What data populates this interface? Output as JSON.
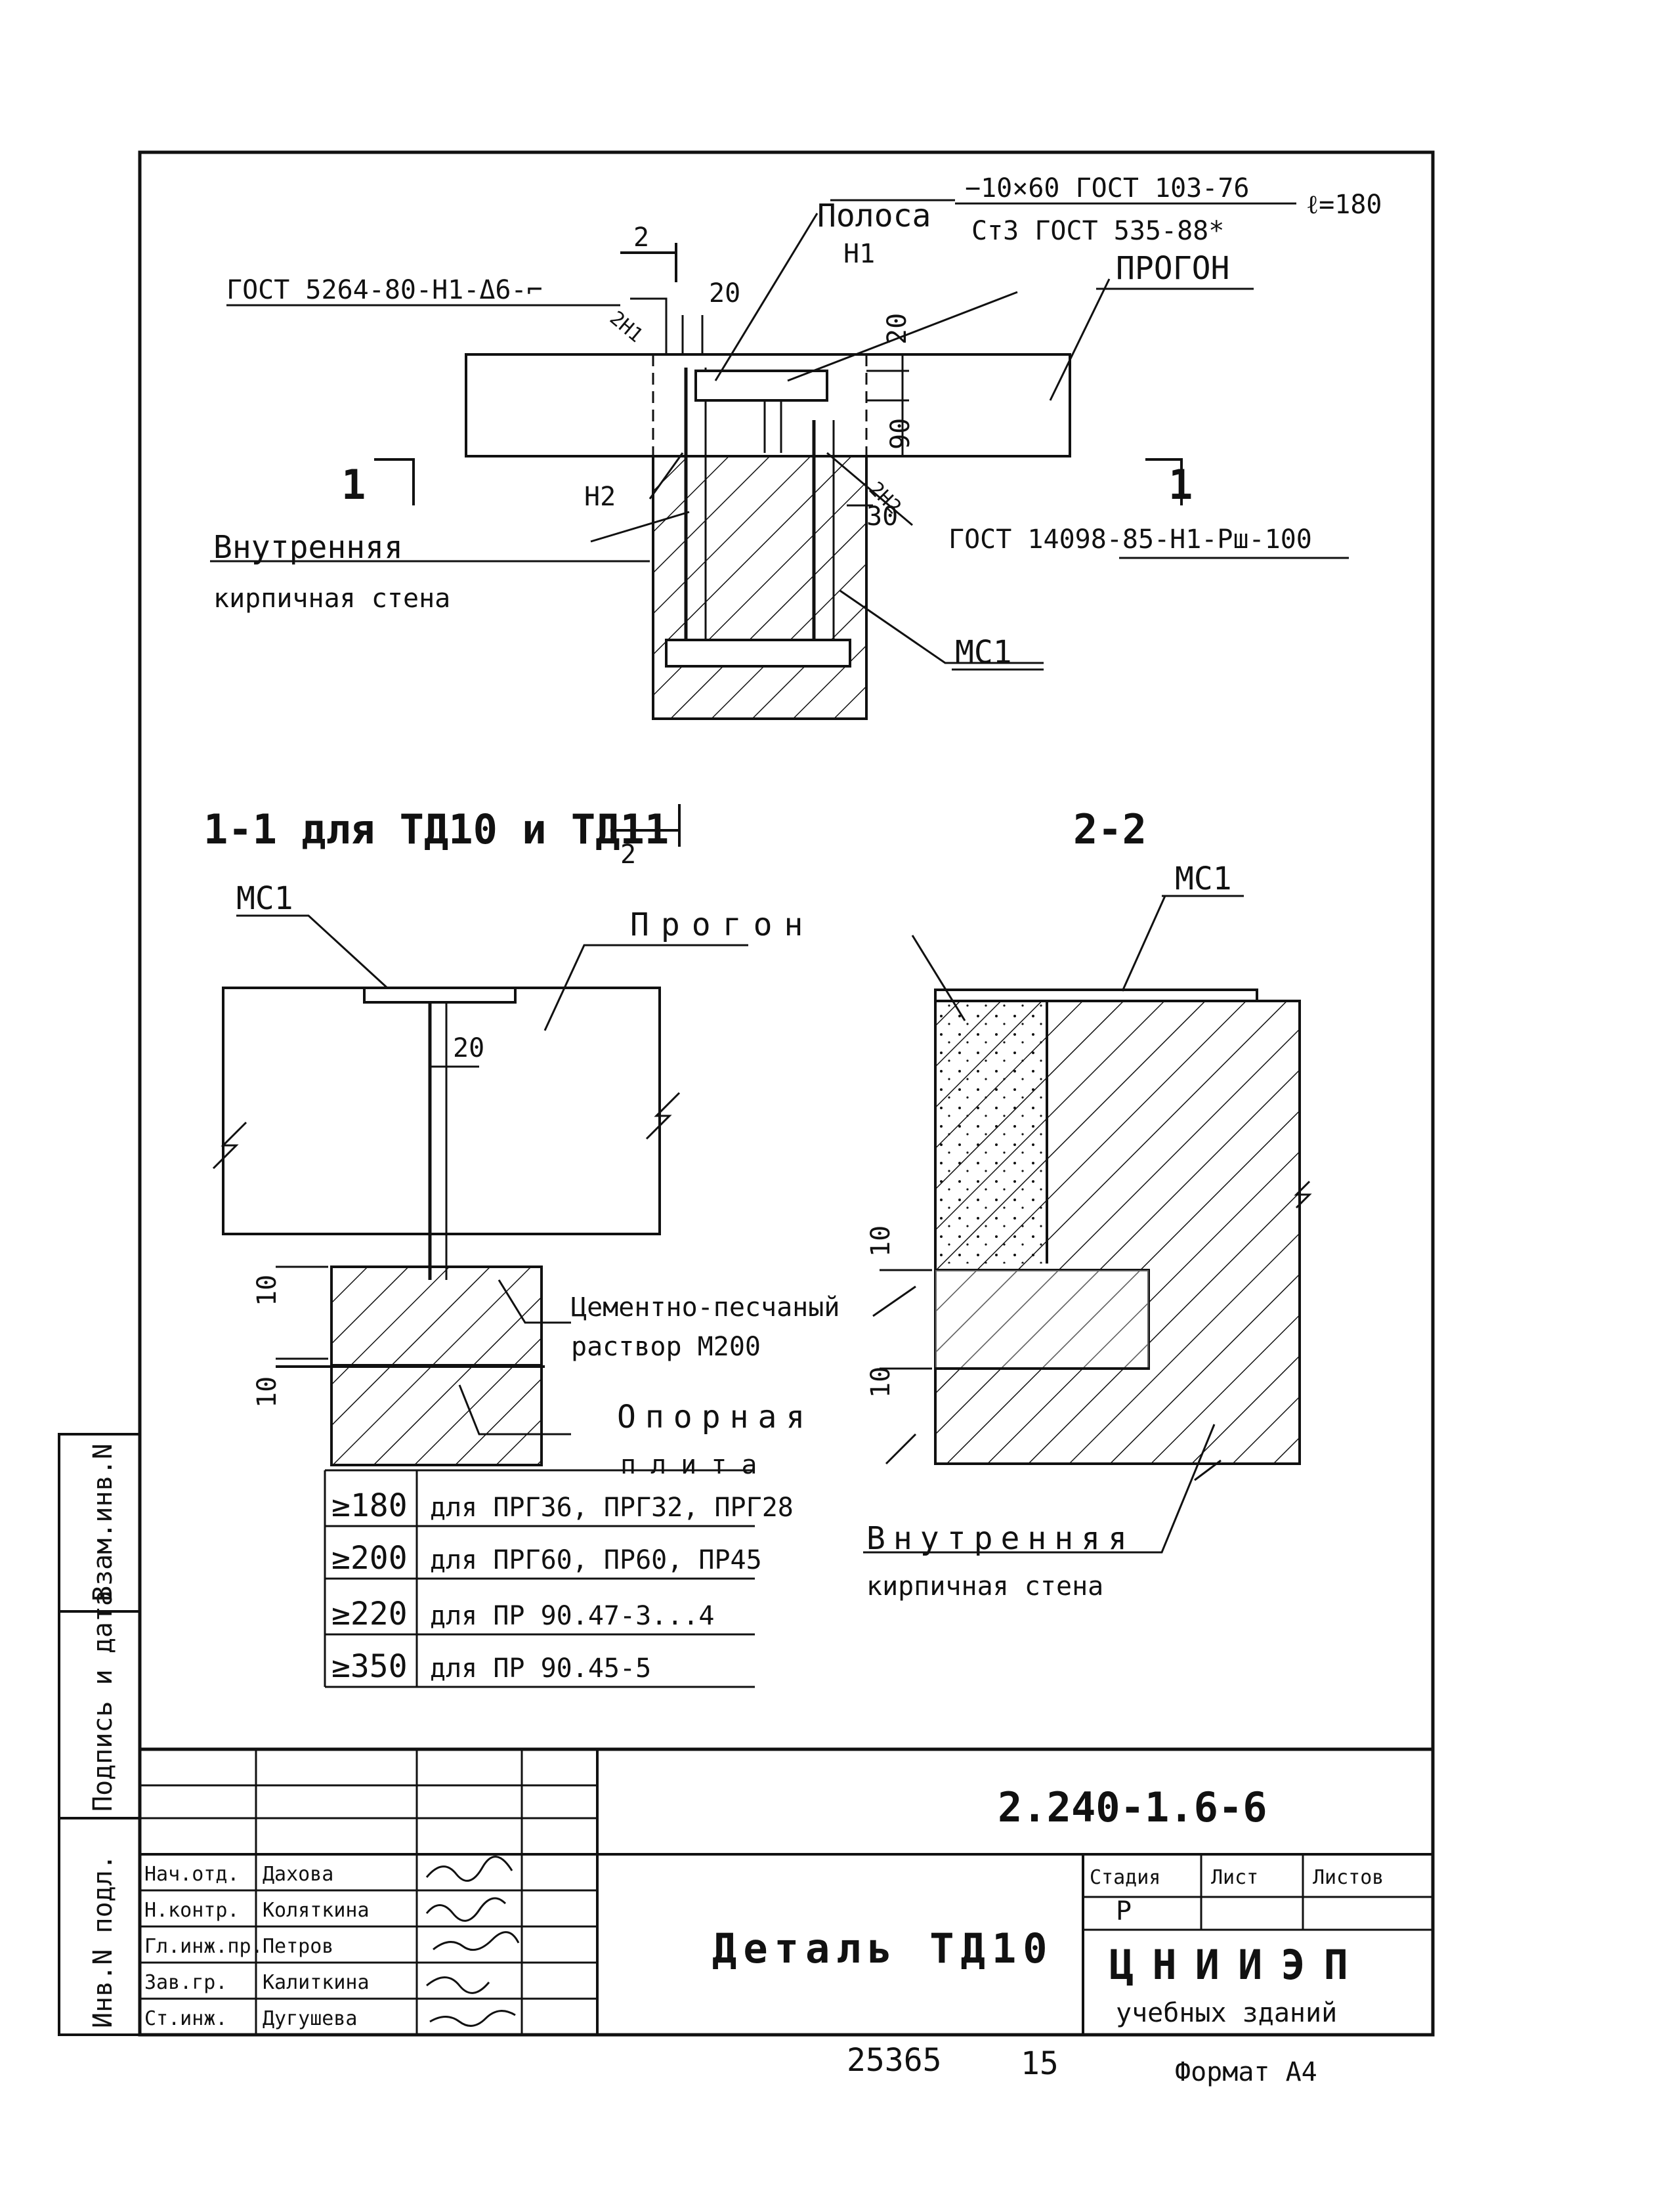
{
  "top": {
    "strip_label": "Полоса",
    "strip_spec_num": "−10×60 ГОСТ 103-76",
    "strip_spec_den": "Ст3   ГОСТ 535-88*",
    "strip_length": "ℓ=180",
    "section_mark_2": "2",
    "weld_note_left": "ГОСТ 5264-80-Н1-Δ6-⌐",
    "weld_note_left_mark": "2Н1",
    "dim_20a": "20",
    "dim_20b": "20",
    "dim_90": "90",
    "dim_30": "30",
    "n1": "Н1",
    "n2": "Н2",
    "purlin": "ПРОГОН",
    "section_1_left": "1",
    "section_1_right": "1",
    "weld_note_right_mark": "2Н2",
    "weld_note_right": "ГОСТ 14098-85-Н1-Рш-100",
    "inner_wall_l1": "Внутренняя",
    "inner_wall_l2": "кирпичная стена",
    "mc1": "МС1"
  },
  "sec11": {
    "title": "1-1 для ТД10 и ТД11",
    "mark": "2",
    "mc1": "МС1",
    "purlin": "Прогон",
    "dim_20": "20",
    "dim_10a": "10",
    "dim_10b": "10",
    "mortar_l1": "Цементно-песчаный",
    "mortar_l2": "раствор М200",
    "plate_l1": "Опорная",
    "plate_l2": "плита"
  },
  "sec22": {
    "title": "2-2",
    "mc1": "МС1",
    "dim_10a": "10",
    "dim_10b": "10",
    "wall_l1": "Внутренняя",
    "wall_l2": "кирпичная стена"
  },
  "table_rows": [
    {
      "v": "≥180",
      "d": "для ПРГ36, ПРГ32, ПРГ28"
    },
    {
      "v": "≥200",
      "d": "для ПРГ60, ПР60, ПР45"
    },
    {
      "v": "≥220",
      "d": "для ПР 90.47-3...4"
    },
    {
      "v": "≥350",
      "d": "для ПР 90.45-5"
    }
  ],
  "side_stamp": [
    "Взам.инв.N",
    "Подпись и дата",
    "Инв.N подл."
  ],
  "title_block": {
    "code": "2.240-1.6-6",
    "name": "Деталь ТД10",
    "stage_hdr": "Стадия",
    "sheet_hdr": "Лист",
    "sheets_hdr": "Листов",
    "stage": "Р",
    "org": "ЦНИИЭП",
    "org_sub": "учебных зданий",
    "roles": [
      "Нач.отд.",
      "Н.контр.",
      "Гл.инж.пр.",
      "Зав.гр.",
      "Ст.инж."
    ],
    "names": [
      "Дахова",
      "Коляткина",
      "Петров",
      "Калиткина",
      "Дугушева"
    ]
  },
  "bottom": {
    "inv": "25365",
    "page": "15",
    "format": "Формат А4"
  }
}
